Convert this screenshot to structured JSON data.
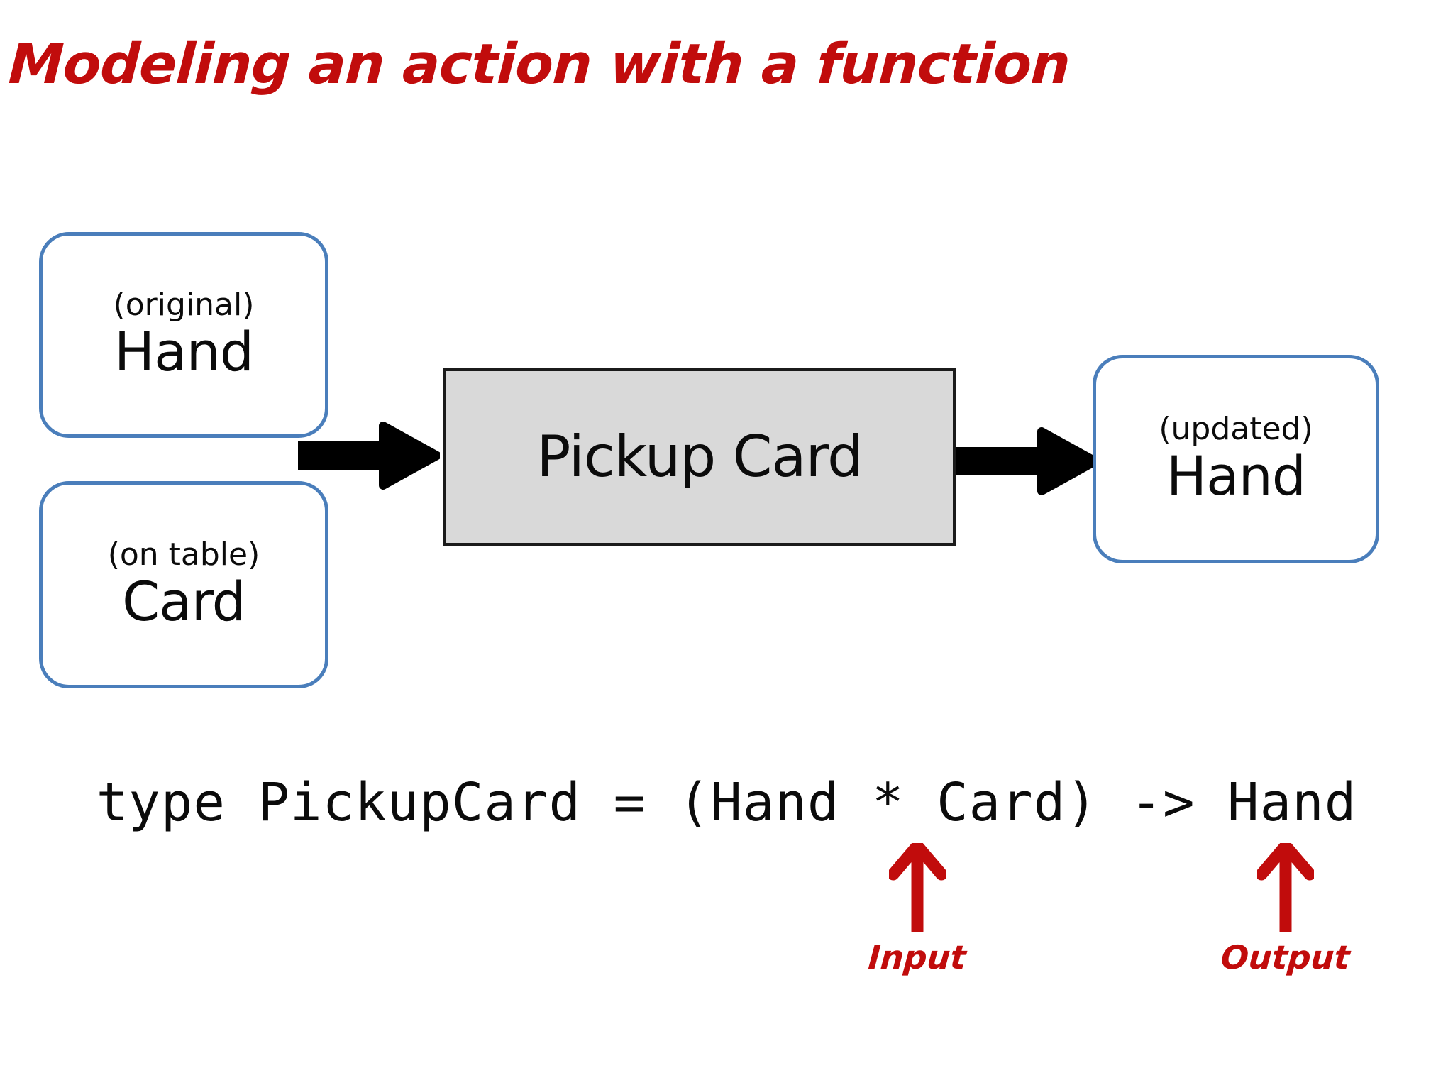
{
  "slide": {
    "title": "Modeling an action with a function",
    "background": "#FFFFFF"
  },
  "colors": {
    "accent_red": "#C10C0C",
    "box_border_blue": "#4A7EBB",
    "process_fill_gray": "#D9D9D9",
    "process_border": "#1B1B1B",
    "text_black": "#0B0B0B"
  },
  "diagram": {
    "inputs": [
      {
        "qualifier": "(original)",
        "name": "Hand"
      },
      {
        "qualifier": "(on table)",
        "name": "Card"
      }
    ],
    "process": {
      "label": "Pickup Card"
    },
    "outputs": [
      {
        "qualifier": "(updated)",
        "name": "Hand"
      }
    ],
    "arrows": [
      {
        "name": "input-arrow",
        "direction": "right"
      },
      {
        "name": "output-arrow",
        "direction": "right"
      }
    ]
  },
  "code": {
    "signature": "type PickupCard = (Hand * Card) -> Hand"
  },
  "annotations": [
    {
      "label": "Input",
      "direction": "up",
      "points_at": "(Hand * Card)"
    },
    {
      "label": "Output",
      "direction": "up",
      "points_at": "Hand"
    }
  ]
}
